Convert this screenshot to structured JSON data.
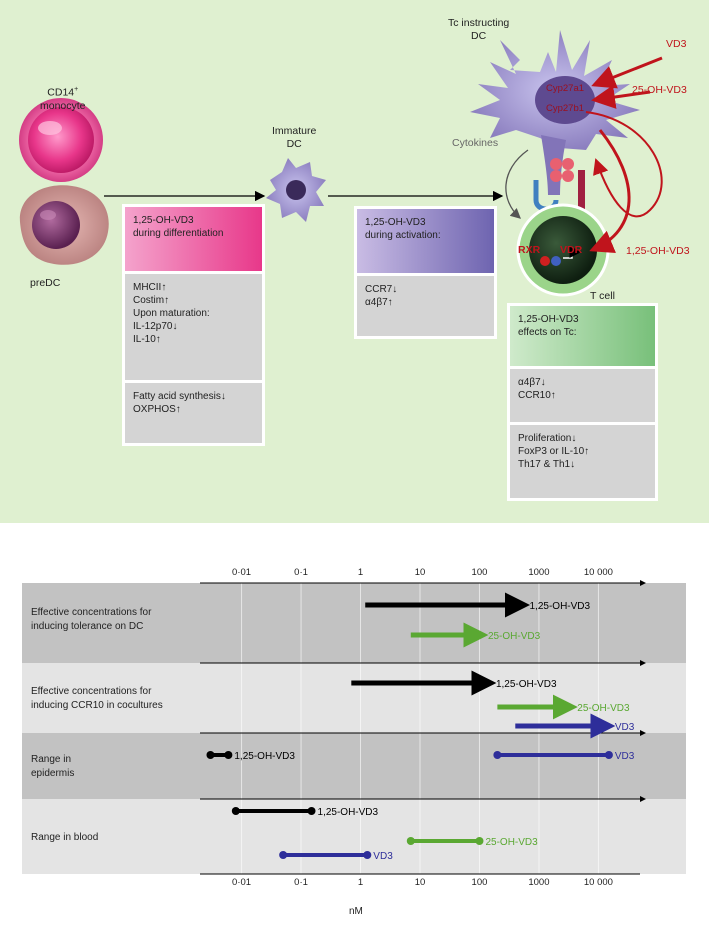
{
  "top": {
    "monocyte_label": "CD14",
    "monocyte_sup": "+",
    "monocyte_label2": "monocyte",
    "predc_label": "preDC",
    "immature_dc_label": "Immature\nDC",
    "tc_dc_label": "Tc instructing\nDC",
    "cyp1": "Cyp27a1",
    "cyp2": "Cyp27b1",
    "vd3": "VD3",
    "oh_vd3": "25-OH-VD3",
    "oh125_vd3": "1,25-OH-VD3",
    "cytokines": "Cytokines",
    "rxr": "RXR",
    "vdr": "VDR",
    "t_cell": "T cell",
    "box1": [
      "1,25-OH-VD3\nduring differentiation",
      "MHCII↑\nCostim↑\nUpon maturation:\nIL-12p70↓\nIL-10↑",
      "Fatty acid synthesis↓\nOXPHOS↑"
    ],
    "box2": [
      "1,25-OH-VD3\nduring activation:",
      "CCR7↓\nα4β7↑"
    ],
    "box3": [
      "1,25-OH-VD3\neffects on Tc:",
      "α4β7↓\nCCR10↑",
      "Proliferation↓\nFoxP3 or IL-10↑\nTh17 & Th1↓"
    ]
  },
  "chart_data": {
    "type": "range",
    "x_unit": "nM",
    "x_scale": "log",
    "xlim": [
      0.002,
      50000
    ],
    "x_ticks": [
      "0·01",
      "0·1",
      "1",
      "10",
      "100",
      "1000",
      "10 000"
    ],
    "x_tick_values": [
      0.01,
      0.1,
      1,
      10,
      100,
      1000,
      10000
    ],
    "colors": {
      "1,25-OH-VD3": "#000000",
      "25-OH-VD3": "#5aa832",
      "VD3": "#2e2e9a"
    },
    "rows": [
      {
        "label": "Effective concentrations for\ninducing tolerance on DC",
        "shade": "#c2c2c2",
        "ranges": [
          {
            "name": "1,25-OH-VD3",
            "from": 1.2,
            "to": 550,
            "style": "arrow"
          },
          {
            "name": "25-OH-VD3",
            "from": 7,
            "to": 110,
            "style": "arrow"
          }
        ]
      },
      {
        "label": "Effective concentrations for\ninducing CCR10 in cocultures",
        "shade": "#e4e4e4",
        "ranges": [
          {
            "name": "1,25-OH-VD3",
            "from": 0.7,
            "to": 150,
            "style": "arrow"
          },
          {
            "name": "25-OH-VD3",
            "from": 200,
            "to": 3500,
            "style": "arrow"
          },
          {
            "name": "VD3",
            "from": 400,
            "to": 15000,
            "style": "arrow"
          }
        ]
      },
      {
        "label": "Range in\nepidermis",
        "shade": "#c2c2c2",
        "ranges": [
          {
            "name": "1,25-OH-VD3",
            "from": 0.003,
            "to": 0.006,
            "style": "dots"
          },
          {
            "name": "VD3",
            "from": 200,
            "to": 15000,
            "style": "dots"
          }
        ]
      },
      {
        "label": "Range in blood",
        "shade": "#e4e4e4",
        "ranges": [
          {
            "name": "1,25-OH-VD3",
            "from": 0.008,
            "to": 0.15,
            "style": "dots"
          },
          {
            "name": "25-OH-VD3",
            "from": 7,
            "to": 100,
            "style": "dots"
          },
          {
            "name": "VD3",
            "from": 0.05,
            "to": 1.3,
            "style": "dots"
          }
        ]
      }
    ]
  }
}
